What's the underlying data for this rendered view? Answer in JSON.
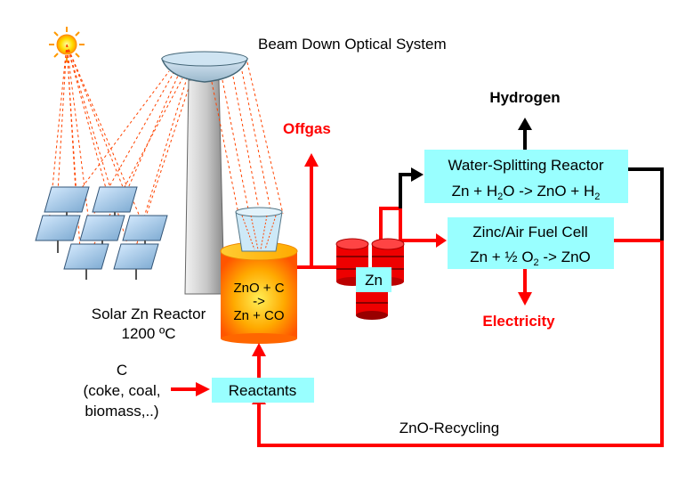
{
  "labels": {
    "beam_down": "Beam Down Optical System",
    "offgas": "Offgas",
    "hydrogen": "Hydrogen",
    "electricity": "Electricity",
    "solar_reactor_line1": "Solar Zn Reactor",
    "solar_reactor_line2": "1200 ºC",
    "carbon_line1": "C",
    "carbon_line2": "(coke, coal,",
    "carbon_line3": "biomass,..)",
    "zno_recycling": "ZnO-Recycling",
    "zn": "Zn"
  },
  "reactor": {
    "line1": "ZnO + C",
    "line2": "->",
    "line3": "Zn + CO"
  },
  "reactants_box": {
    "label": "Reactants"
  },
  "water_splitting": {
    "title": "Water-Splitting Reactor",
    "eq_a": "Zn + H",
    "eq_sub1": "2",
    "eq_b": "O -> ZnO + H",
    "eq_sub2": "2"
  },
  "fuel_cell": {
    "title": "Zinc/Air Fuel Cell",
    "eq_a": "Zn + ½ O",
    "eq_sub": "2",
    "eq_b": " -> ZnO"
  },
  "colors": {
    "red_flow": "#ff0000",
    "black_flow": "#000000",
    "box_fill": "#99ffff",
    "heading_red": "#ff0000",
    "barrel": "#ee0000",
    "beam": "#ff4400"
  },
  "icons": [
    "sun-icon",
    "heliostat-icon",
    "tower-icon",
    "reactor-cylinder-icon",
    "zinc-barrel-icon"
  ]
}
